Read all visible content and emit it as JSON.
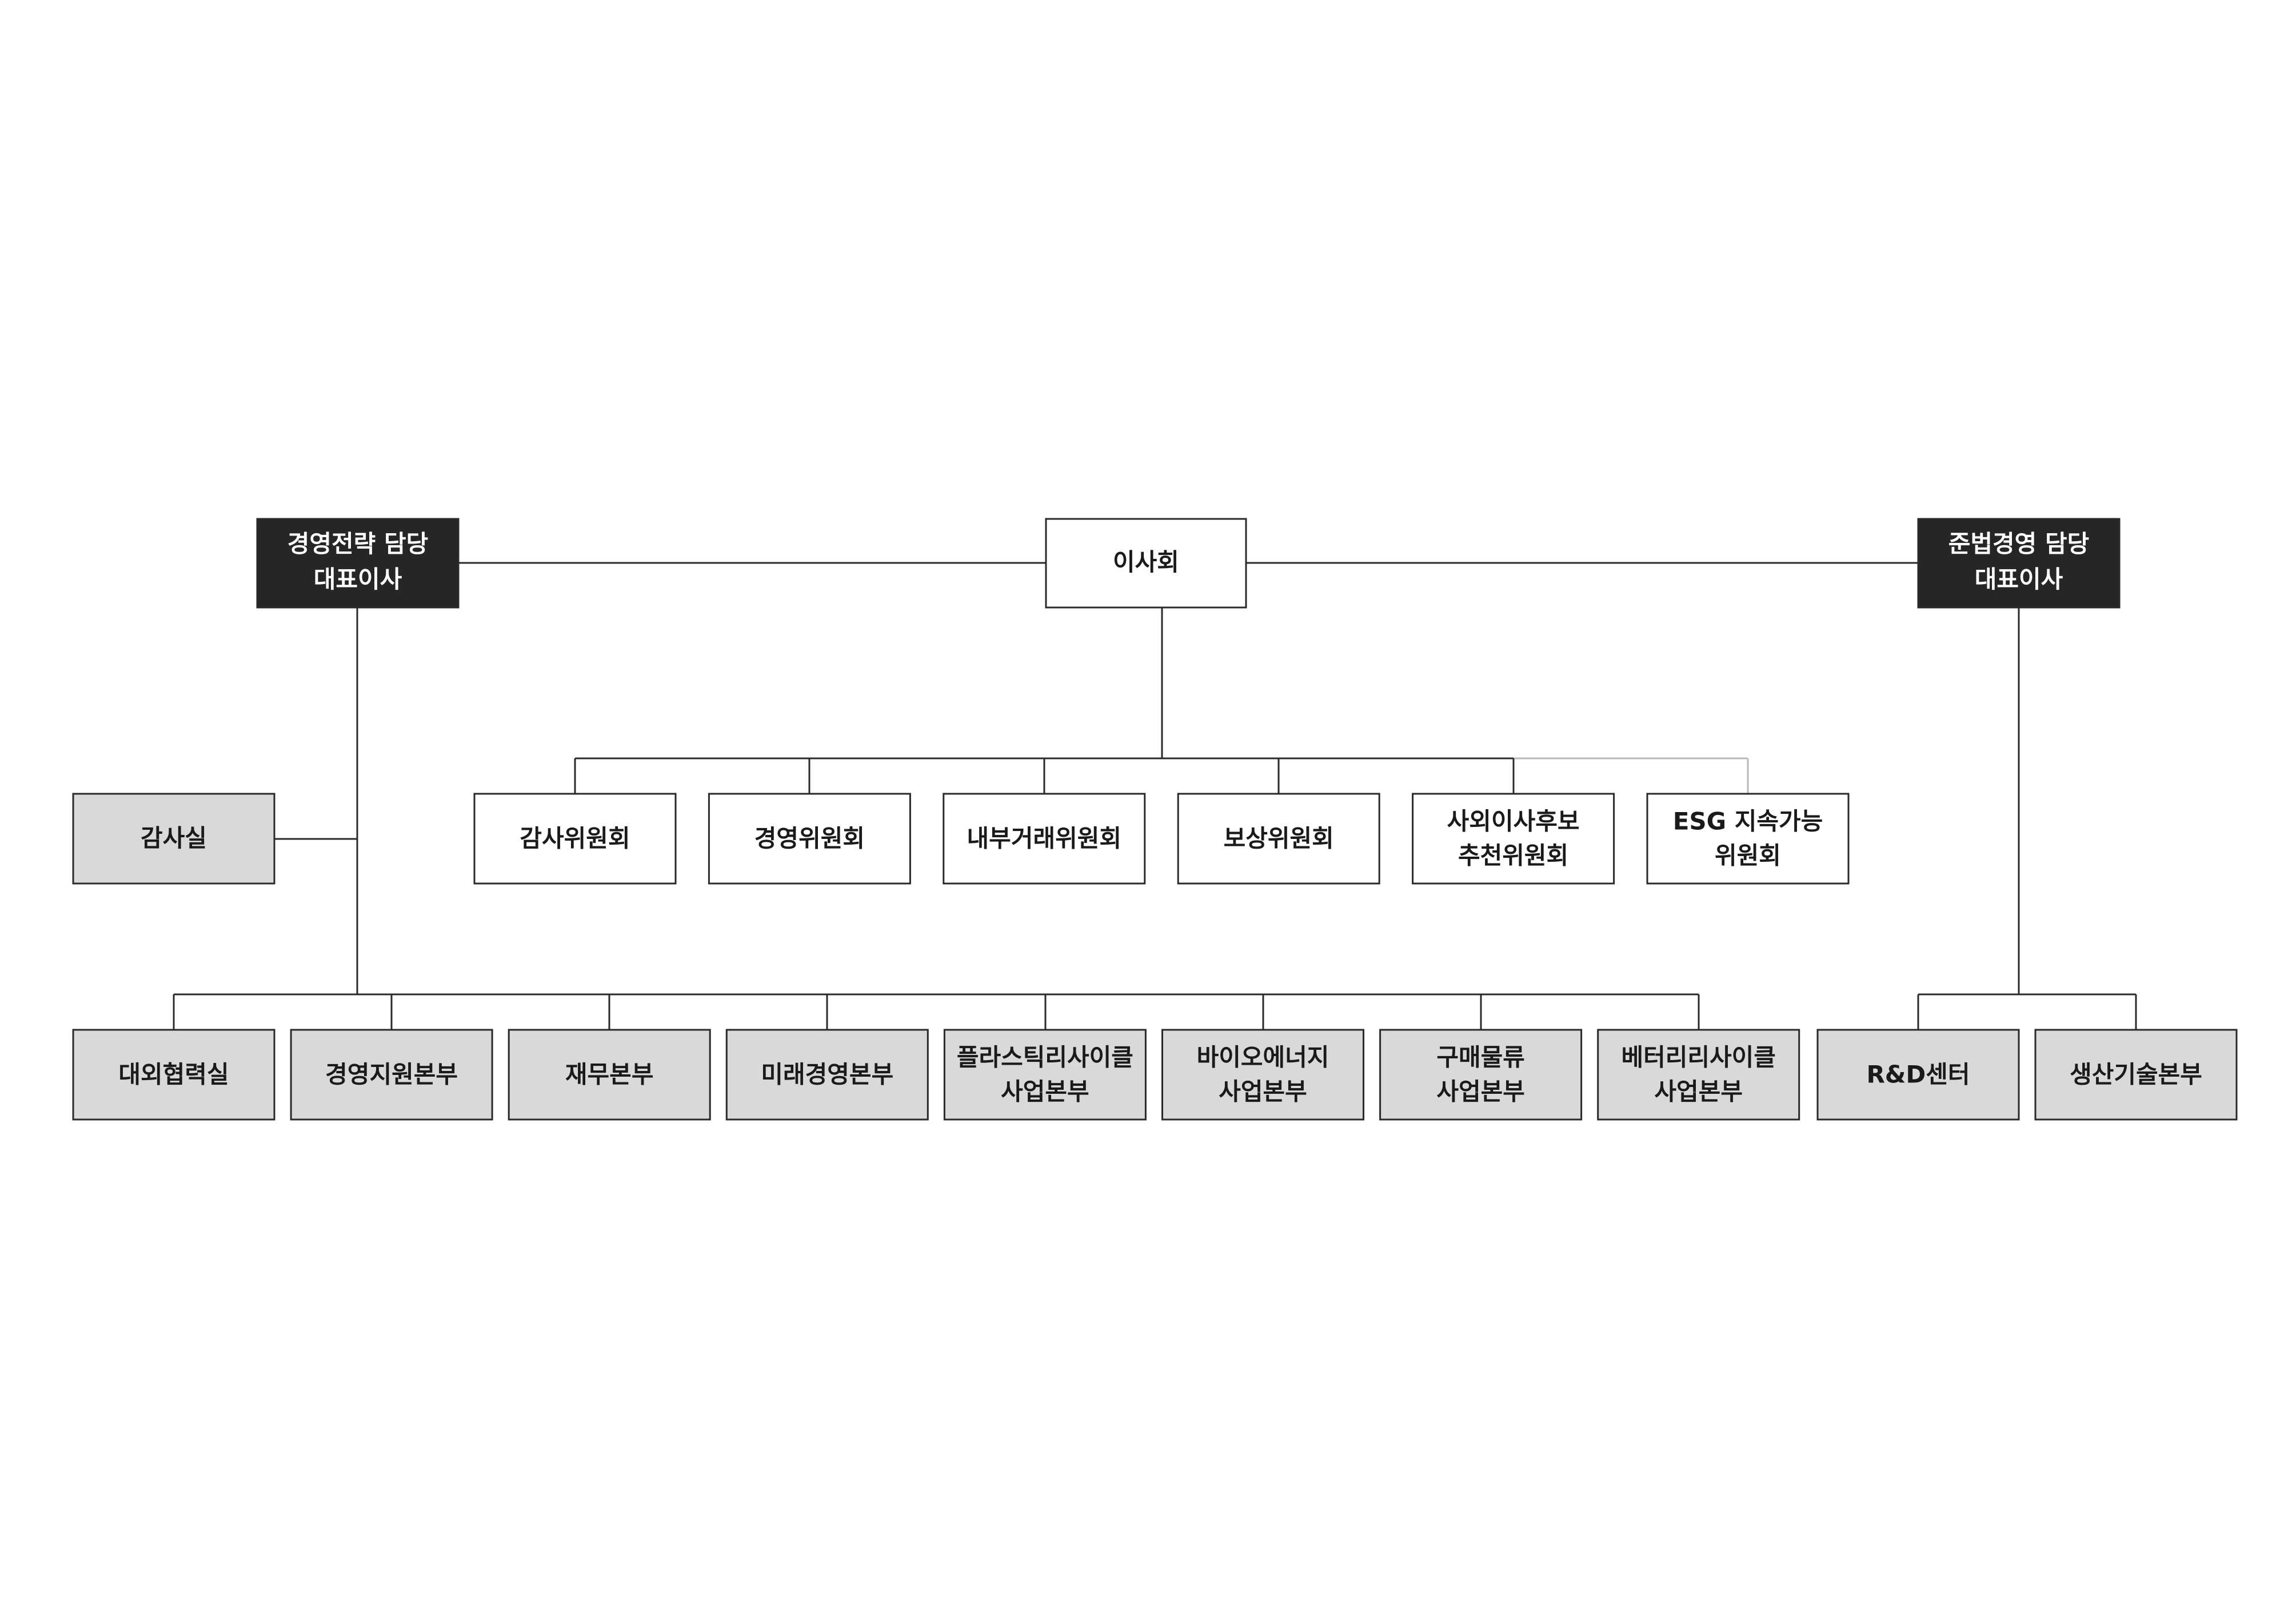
{
  "board": {
    "label": "이사회"
  },
  "ceo_strategy": {
    "line1": "경영전략 담당",
    "line2": "대표이사"
  },
  "ceo_compliance": {
    "line1": "준법경영 담당",
    "line2": "대표이사"
  },
  "audit_office": {
    "label": "감사실"
  },
  "committees": [
    {
      "lines": [
        "감사위원회"
      ]
    },
    {
      "lines": [
        "경영위원회"
      ]
    },
    {
      "lines": [
        "내부거래위원회"
      ]
    },
    {
      "lines": [
        "보상위원회"
      ]
    },
    {
      "lines": [
        "사외이사후보",
        "추천위원회"
      ]
    },
    {
      "lines": [
        "ESG 지속가능",
        "위원회"
      ]
    }
  ],
  "strategy_divisions": [
    {
      "lines": [
        "대외협력실"
      ]
    },
    {
      "lines": [
        "경영지원본부"
      ]
    },
    {
      "lines": [
        "재무본부"
      ]
    },
    {
      "lines": [
        "미래경영본부"
      ]
    },
    {
      "lines": [
        "플라스틱리사이클",
        "사업본부"
      ]
    },
    {
      "lines": [
        "바이오에너지",
        "사업본부"
      ]
    },
    {
      "lines": [
        "구매물류",
        "사업본부"
      ]
    },
    {
      "lines": [
        "베터리리사이클",
        "사업본부"
      ]
    }
  ],
  "compliance_divisions": [
    {
      "lines": [
        "R&D센터"
      ]
    },
    {
      "lines": [
        "생산기술본부"
      ]
    }
  ],
  "colors": {
    "executive_fill": "#262626",
    "committee_fill": "#ffffff",
    "division_fill": "#d9d9d9",
    "connector": "#2a2a2a"
  }
}
